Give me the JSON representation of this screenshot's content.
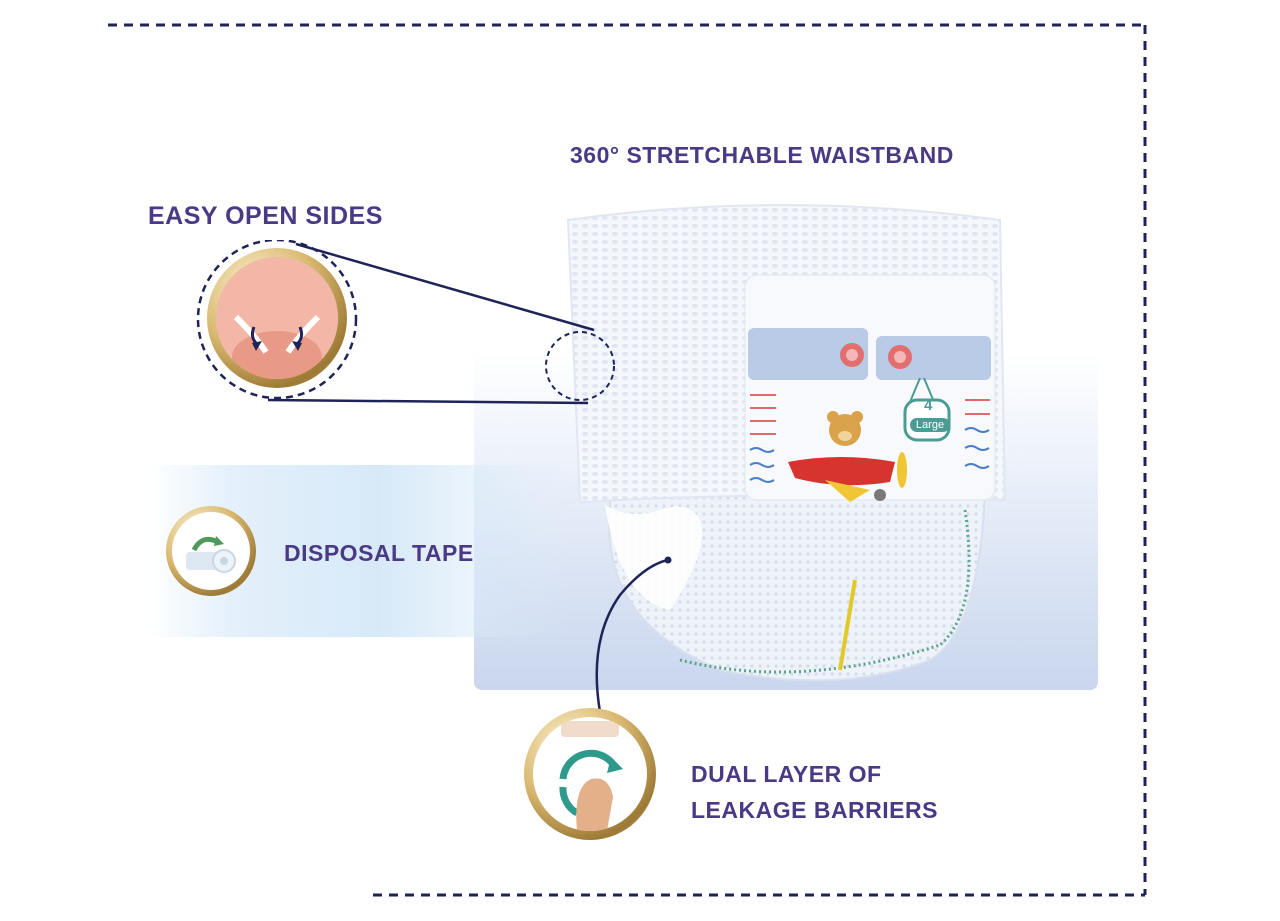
{
  "labels": {
    "waistband": "360° STRETCHABLE WAISTBAND",
    "easy_open": "EASY OPEN SIDES",
    "disposal_tape": "DISPOSAL TAPE",
    "leakage_line1": "DUAL LAYER OF",
    "leakage_line2": "LEAKAGE BARRIERS"
  },
  "product_print": {
    "size_number": "4",
    "size_name": "Large"
  },
  "colors": {
    "label_text": "#4a3a86",
    "border_dash": "#1f2358",
    "callout_line": "#1f2358",
    "gold": "#c9a45a"
  }
}
